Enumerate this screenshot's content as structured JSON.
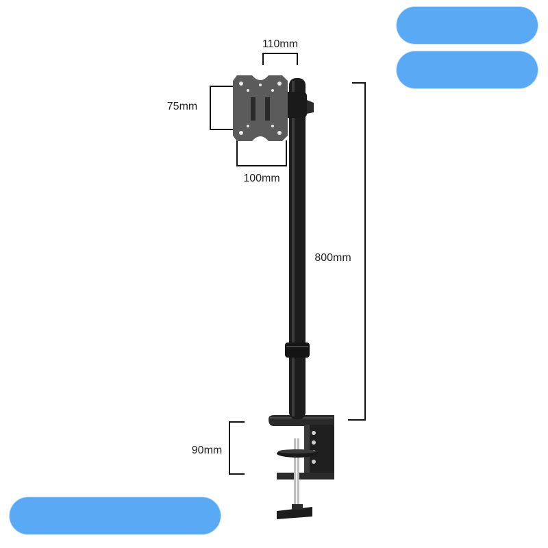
{
  "dimensions": {
    "vesa_top_width": "110mm",
    "vesa_height": "75mm",
    "vesa_bottom_width": "100mm",
    "pole_height": "800mm",
    "clamp_opening": "90mm"
  },
  "colors": {
    "pill_fill": "#5aa9f5",
    "mount_dark": "#1c1c1c",
    "plate_gray": "#5b5b5b",
    "line": "#111111"
  }
}
